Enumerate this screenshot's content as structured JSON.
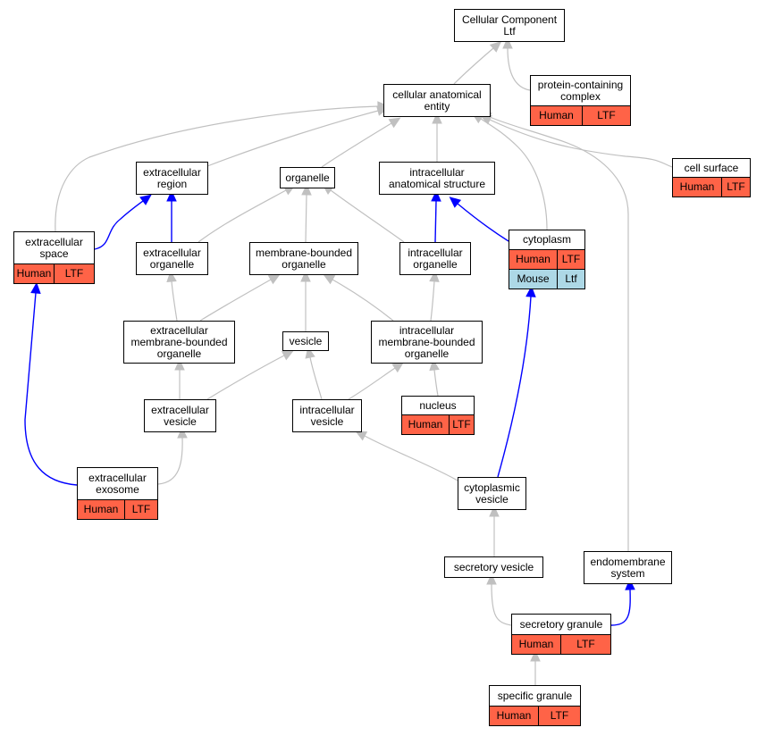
{
  "colors": {
    "is_a_edge": "#c0c0c0",
    "part_of_edge": "#0000ff",
    "human_row": "#ff6347",
    "mouse_row": "#add8e6",
    "node_border": "#000000",
    "node_fill": "#ffffff"
  },
  "nodes": {
    "cellular_component": {
      "label": "Cellular Component\nLtf"
    },
    "protein_complex": {
      "label": "protein-containing\ncomplex",
      "annotations": [
        {
          "species": "Human",
          "gene": "LTF"
        }
      ]
    },
    "anatomical_entity": {
      "label": "cellular anatomical\nentity"
    },
    "extracellular_region": {
      "label": "extracellular\nregion"
    },
    "organelle": {
      "label": "organelle"
    },
    "intracellular_structure": {
      "label": "intracellular\nanatomical structure"
    },
    "cell_surface": {
      "label": "cell surface",
      "annotations": [
        {
          "species": "Human",
          "gene": "LTF"
        }
      ]
    },
    "extracellular_space": {
      "label": "extracellular\nspace",
      "annotations": [
        {
          "species": "Human",
          "gene": "LTF"
        }
      ]
    },
    "extracellular_organelle": {
      "label": "extracellular\norganelle"
    },
    "membrane_bounded_organelle": {
      "label": "membrane-bounded\norganelle"
    },
    "intracellular_organelle": {
      "label": "intracellular\norganelle"
    },
    "cytoplasm": {
      "label": "cytoplasm",
      "annotations": [
        {
          "species": "Human",
          "gene": "LTF"
        },
        {
          "species": "Mouse",
          "gene": "Ltf"
        }
      ]
    },
    "extracellular_mb_organelle": {
      "label": "extracellular\nmembrane-bounded\norganelle"
    },
    "vesicle": {
      "label": "vesicle"
    },
    "intracellular_mb_organelle": {
      "label": "intracellular\nmembrane-bounded\norganelle"
    },
    "extracellular_vesicle": {
      "label": "extracellular\nvesicle"
    },
    "intracellular_vesicle": {
      "label": "intracellular\nvesicle"
    },
    "nucleus": {
      "label": "nucleus",
      "annotations": [
        {
          "species": "Human",
          "gene": "LTF"
        }
      ]
    },
    "extracellular_exosome": {
      "label": "extracellular\nexosome",
      "annotations": [
        {
          "species": "Human",
          "gene": "LTF"
        }
      ]
    },
    "cytoplasmic_vesicle": {
      "label": "cytoplasmic\nvesicle"
    },
    "secretory_vesicle": {
      "label": "secretory vesicle"
    },
    "endomembrane_system": {
      "label": "endomembrane\nsystem"
    },
    "secretory_granule": {
      "label": "secretory granule",
      "annotations": [
        {
          "species": "Human",
          "gene": "LTF"
        }
      ]
    },
    "specific_granule": {
      "label": "specific granule",
      "annotations": [
        {
          "species": "Human",
          "gene": "LTF"
        }
      ]
    }
  },
  "edges": [
    {
      "from": "anatomical_entity",
      "to": "cellular_component",
      "type": "is_a"
    },
    {
      "from": "protein_complex",
      "to": "cellular_component",
      "type": "is_a"
    },
    {
      "from": "extracellular_region",
      "to": "anatomical_entity",
      "type": "is_a"
    },
    {
      "from": "organelle",
      "to": "anatomical_entity",
      "type": "is_a"
    },
    {
      "from": "intracellular_structure",
      "to": "anatomical_entity",
      "type": "is_a"
    },
    {
      "from": "cell_surface",
      "to": "anatomical_entity",
      "type": "is_a"
    },
    {
      "from": "extracellular_space",
      "to": "anatomical_entity",
      "type": "is_a"
    },
    {
      "from": "cytoplasm",
      "to": "anatomical_entity",
      "type": "is_a"
    },
    {
      "from": "endomembrane_system",
      "to": "anatomical_entity",
      "type": "is_a"
    },
    {
      "from": "extracellular_space",
      "to": "extracellular_region",
      "type": "part_of"
    },
    {
      "from": "extracellular_organelle",
      "to": "extracellular_region",
      "type": "part_of"
    },
    {
      "from": "extracellular_organelle",
      "to": "organelle",
      "type": "is_a"
    },
    {
      "from": "membrane_bounded_organelle",
      "to": "organelle",
      "type": "is_a"
    },
    {
      "from": "intracellular_organelle",
      "to": "organelle",
      "type": "is_a"
    },
    {
      "from": "intracellular_organelle",
      "to": "intracellular_structure",
      "type": "part_of"
    },
    {
      "from": "cytoplasm",
      "to": "intracellular_structure",
      "type": "part_of"
    },
    {
      "from": "extracellular_mb_organelle",
      "to": "extracellular_organelle",
      "type": "is_a"
    },
    {
      "from": "extracellular_mb_organelle",
      "to": "membrane_bounded_organelle",
      "type": "is_a"
    },
    {
      "from": "vesicle",
      "to": "membrane_bounded_organelle",
      "type": "is_a"
    },
    {
      "from": "intracellular_mb_organelle",
      "to": "membrane_bounded_organelle",
      "type": "is_a"
    },
    {
      "from": "intracellular_mb_organelle",
      "to": "intracellular_organelle",
      "type": "is_a"
    },
    {
      "from": "extracellular_vesicle",
      "to": "extracellular_mb_organelle",
      "type": "is_a"
    },
    {
      "from": "extracellular_vesicle",
      "to": "vesicle",
      "type": "is_a"
    },
    {
      "from": "intracellular_vesicle",
      "to": "vesicle",
      "type": "is_a"
    },
    {
      "from": "intracellular_vesicle",
      "to": "intracellular_mb_organelle",
      "type": "is_a"
    },
    {
      "from": "nucleus",
      "to": "intracellular_mb_organelle",
      "type": "is_a"
    },
    {
      "from": "extracellular_exosome",
      "to": "extracellular_vesicle",
      "type": "is_a"
    },
    {
      "from": "extracellular_exosome",
      "to": "extracellular_space",
      "type": "part_of"
    },
    {
      "from": "cytoplasmic_vesicle",
      "to": "intracellular_vesicle",
      "type": "is_a"
    },
    {
      "from": "cytoplasmic_vesicle",
      "to": "cytoplasm",
      "type": "part_of"
    },
    {
      "from": "secretory_vesicle",
      "to": "cytoplasmic_vesicle",
      "type": "is_a"
    },
    {
      "from": "secretory_granule",
      "to": "secretory_vesicle",
      "type": "is_a"
    },
    {
      "from": "secretory_granule",
      "to": "endomembrane_system",
      "type": "part_of"
    },
    {
      "from": "specific_granule",
      "to": "secretory_granule",
      "type": "is_a"
    }
  ]
}
